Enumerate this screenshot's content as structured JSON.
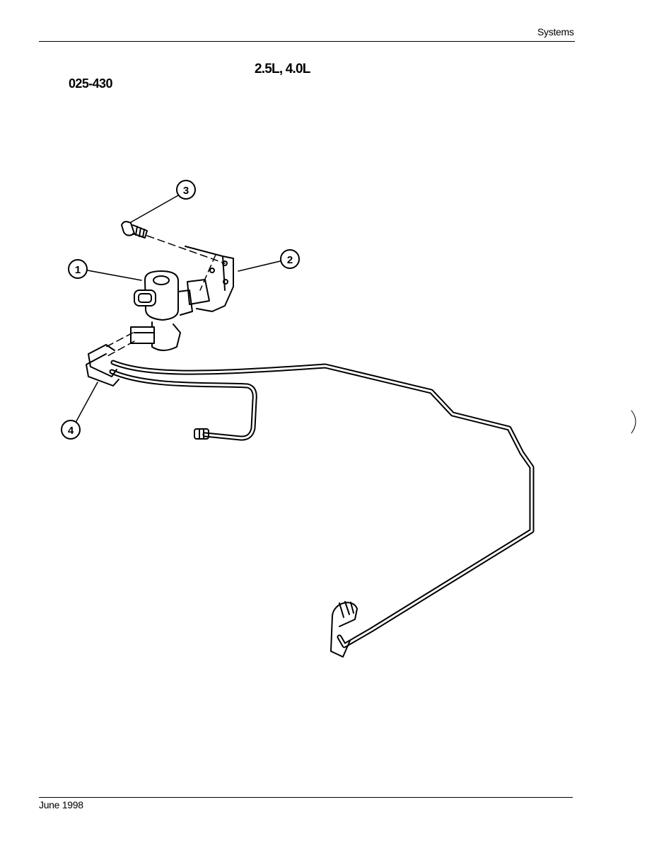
{
  "header": {
    "section": "Systems"
  },
  "heading": {
    "engine": "2.5L, 4.0L",
    "part_number": "025-430"
  },
  "figure": {
    "callouts": [
      {
        "number": "1"
      },
      {
        "number": "2"
      },
      {
        "number": "3"
      },
      {
        "number": "4"
      }
    ]
  },
  "footer": {
    "date": "June 1998"
  }
}
